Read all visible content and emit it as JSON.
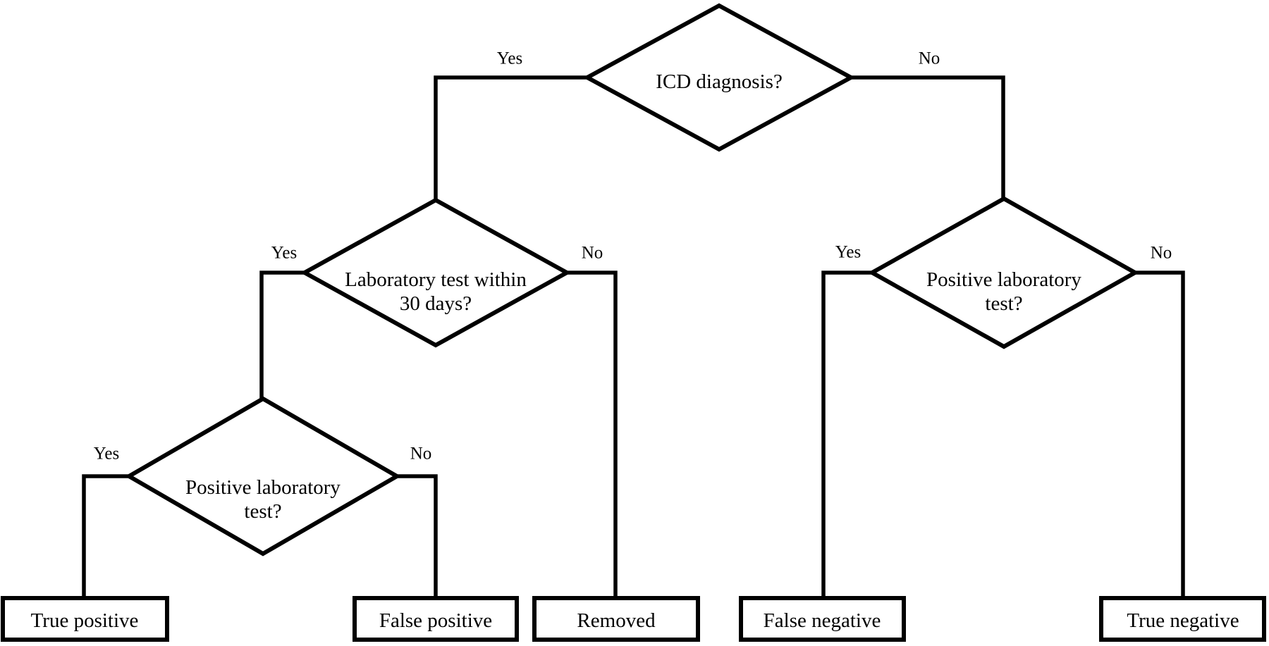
{
  "figure": {
    "colors": {
      "line": "#000000",
      "background": "#ffffff",
      "text": "#000000"
    },
    "nodes": {
      "icd": {
        "label": "ICD diagnosis?"
      },
      "lab30": {
        "line1": "Laboratory test within",
        "line2": "30 days?"
      },
      "poslab_left": {
        "line1": "Positive laboratory",
        "line2": "test?"
      },
      "poslab_right": {
        "line1": "Positive laboratory",
        "line2": "test?"
      }
    },
    "branches": {
      "icd_yes": "Yes",
      "icd_no": "No",
      "lab30_yes": "Yes",
      "lab30_no": "No",
      "poslab_left_yes": "Yes",
      "poslab_left_no": "No",
      "poslab_right_yes": "Yes",
      "poslab_right_no": "No"
    },
    "outcomes": {
      "true_positive": "True positive",
      "false_positive": "False positive",
      "removed": "Removed",
      "false_negative": "False negative",
      "true_negative": "True negative"
    }
  }
}
